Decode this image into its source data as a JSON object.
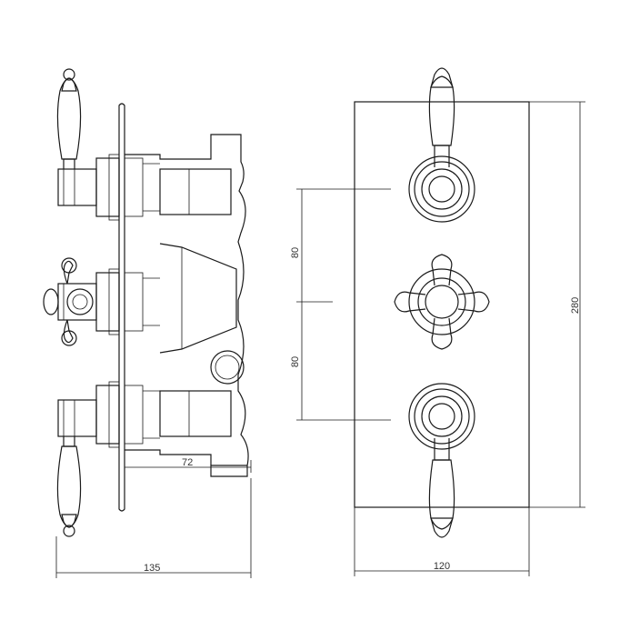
{
  "dimensions": {
    "side_depth_total": "135",
    "side_depth_body": "72",
    "front_width": "120",
    "front_height": "280",
    "spacing_upper": "80",
    "spacing_lower": "80"
  }
}
